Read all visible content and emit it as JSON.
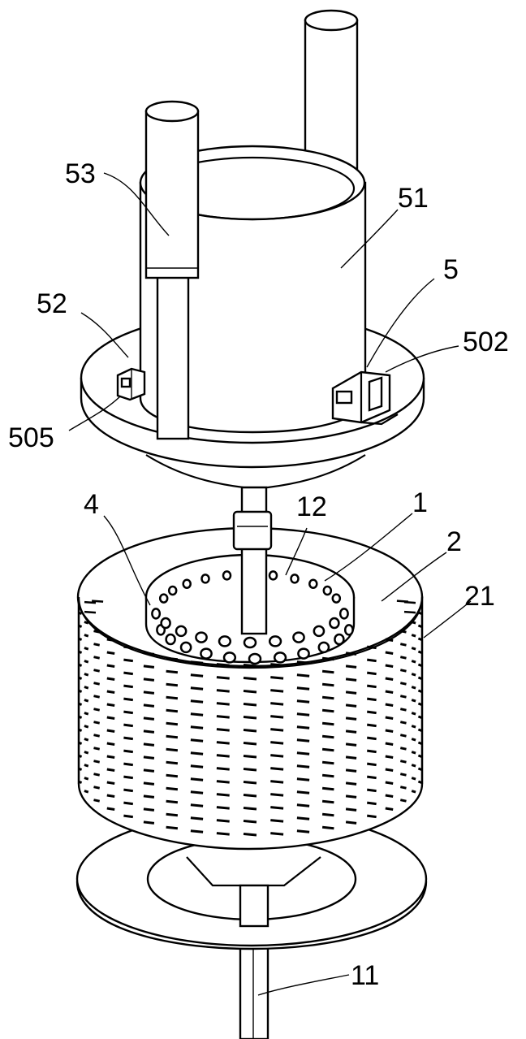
{
  "labels": {
    "l53": "53",
    "l51": "51",
    "l5": "5",
    "l52": "52",
    "l502": "502",
    "l505": "505",
    "l4": "4",
    "l12": "12",
    "l1": "1",
    "l2": "2",
    "l21": "21",
    "l11": "11"
  }
}
